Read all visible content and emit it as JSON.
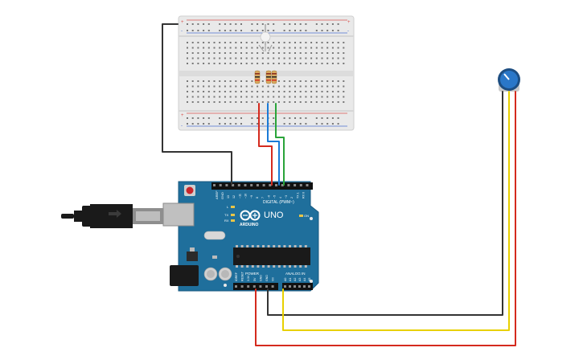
{
  "circuit": {
    "breadboard": {
      "polarity_plus": "+",
      "polarity_minus": "-"
    },
    "arduino": {
      "brand": "ARDUINO",
      "model": "UNO",
      "digital_label": "DIGITAL (PWM~)",
      "power_label": "POWER",
      "analog_label": "ANALOG IN",
      "aref_label": "AREF",
      "gnd_label": "GND",
      "led_l": "L",
      "led_tx": "TX",
      "led_rx": "RX",
      "on_label": "ON",
      "digital_pins": [
        "13",
        "12",
        "~11",
        "~10",
        "~9",
        "8",
        "7",
        "~6",
        "~5",
        "4",
        "~3",
        "2",
        "TX 1",
        "RX 0"
      ],
      "power_pins": [
        "IOREF",
        "RESET",
        "3.3V",
        "5V",
        "GND",
        "GND",
        "Vin"
      ],
      "analog_pins": [
        "A0",
        "A1",
        "A2",
        "A3",
        "A4",
        "A5"
      ]
    },
    "colors": {
      "board": "#1f6f9c",
      "breadboard": "#e9e9e9",
      "wire_black": "#333333",
      "wire_red": "#d42a1e",
      "wire_blue": "#1a7ad6",
      "wire_green": "#2aa43a",
      "wire_yellow": "#e8d000",
      "knob": "#2a77c8"
    },
    "icons": [
      "usb-cable-icon",
      "rgb-led-icon",
      "resistor-icon",
      "potentiometer-icon"
    ]
  }
}
